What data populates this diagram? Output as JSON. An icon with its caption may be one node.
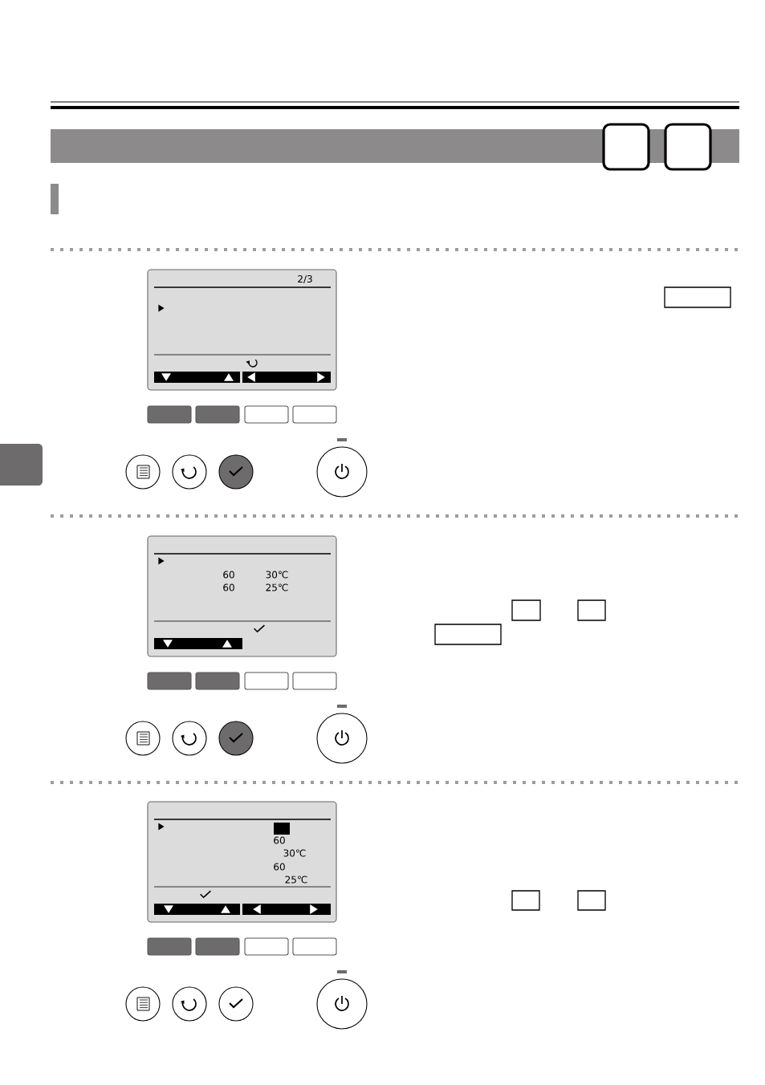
{
  "diagram": {
    "labels": [
      "2/3",
      "60",
      "30℃",
      "60",
      "25℃",
      "60",
      "30℃",
      "60",
      "25℃"
    ]
  }
}
